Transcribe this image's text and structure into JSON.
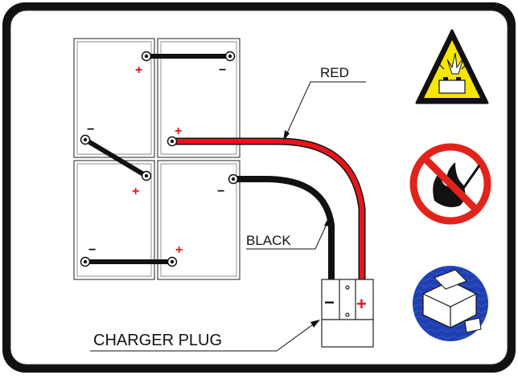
{
  "labels": {
    "red": "RED",
    "black": "BLACK",
    "charger_plug": "CHARGER PLUG",
    "plug_minus": "−",
    "plug_plus": "+"
  },
  "terminals": {
    "b1_pos": "+",
    "b2_neg": "−",
    "b3_neg": "−",
    "b4_pos": "+",
    "b3_pos": "+",
    "b4_neg": "−",
    "b5_neg": "−",
    "b6_pos": "+"
  },
  "colors": {
    "red_wire": "#e8141c",
    "black_wire": "#111111",
    "warning_yellow": "#f7e600",
    "prohibition_red": "#e2231a",
    "info_blue": "#1f3fb3"
  },
  "icons": {
    "warning": "explosion-warning-icon",
    "no_flame": "no-open-flame-icon",
    "instruction": "read-manual-icon"
  }
}
